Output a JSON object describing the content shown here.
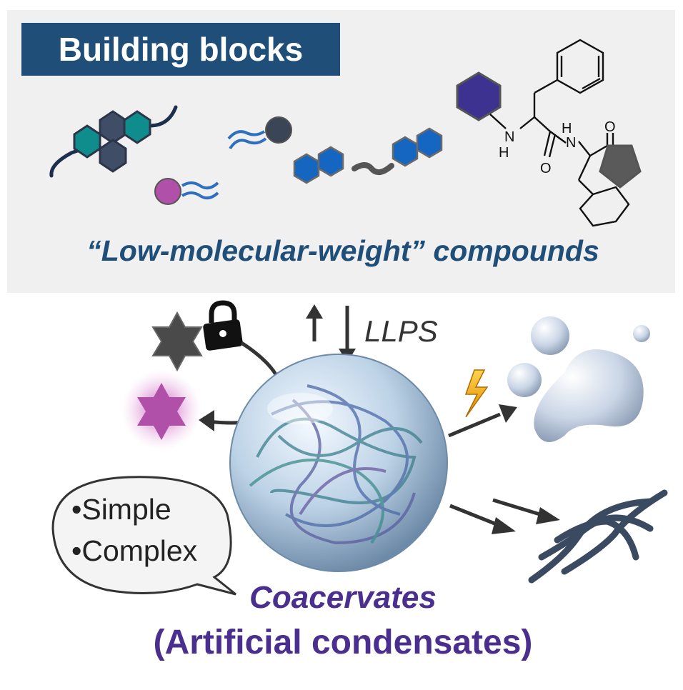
{
  "header": {
    "title": "Building blocks",
    "subtitle": "“Low-molecular-weight” compounds"
  },
  "process": {
    "label": "LLPS"
  },
  "bubble": {
    "items": [
      "•Simple",
      "•Complex"
    ]
  },
  "footer": {
    "name": "Coacervates",
    "name_sub": "(Artificial condensates)"
  },
  "molecule_labels": {
    "nh1": "N",
    "h1": "H",
    "nh2": "N",
    "h2": "H",
    "o1": "O",
    "o2": "O"
  },
  "colors": {
    "banner": "#1f4e79",
    "teal": "#0f8c8c",
    "dark_hex": "#3f4d66",
    "blue_hex": "#1566c0",
    "purple_hex": "#3d3290",
    "magenta": "#b150a8",
    "gray_shape": "#555555",
    "title_purple": "#4a2f8f"
  }
}
